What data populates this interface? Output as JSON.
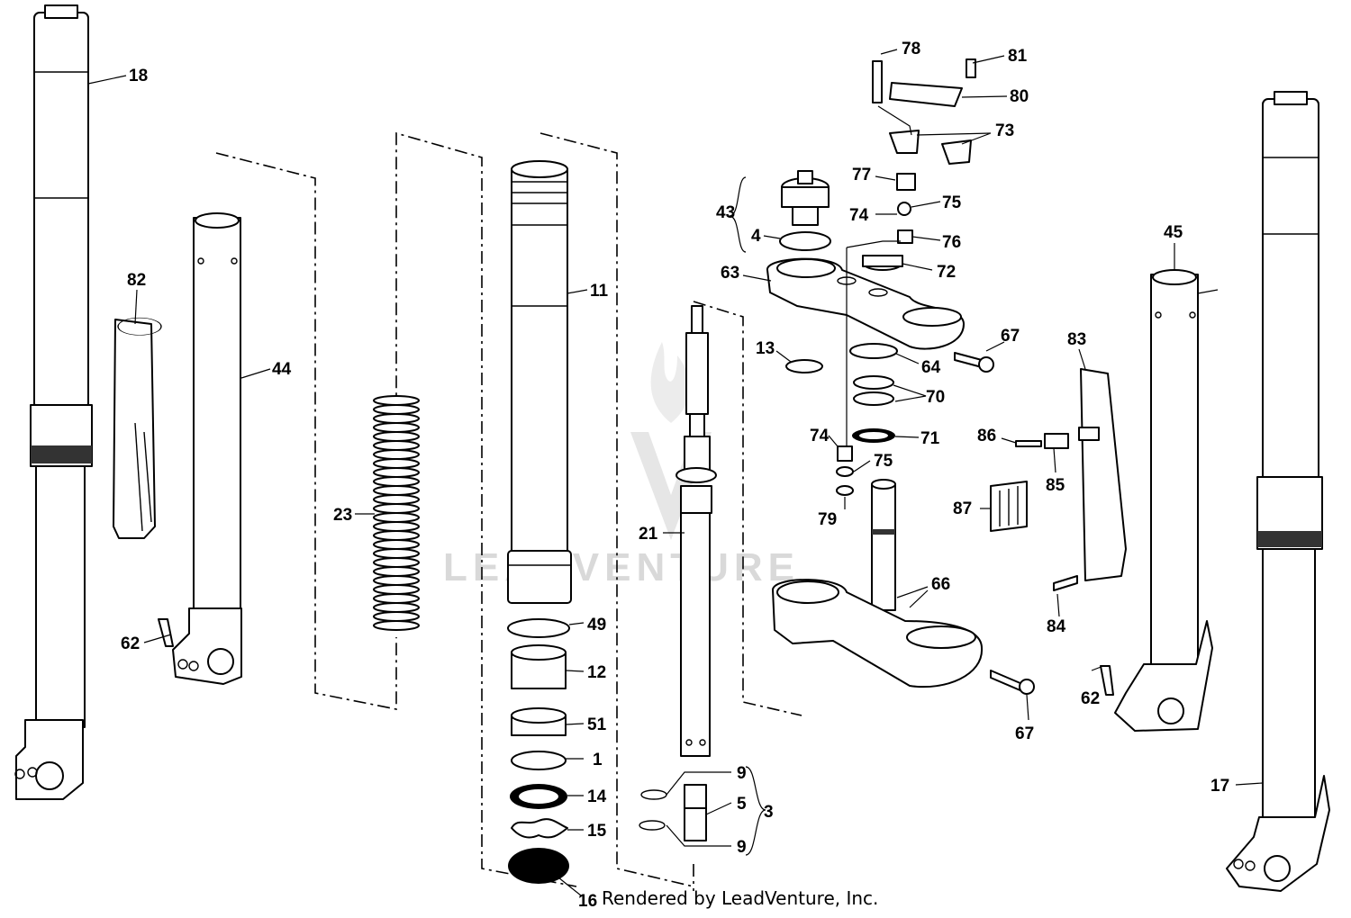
{
  "watermark": "LEADVENTURE",
  "credit": "Rendered by LeadVenture, Inc.",
  "callouts": {
    "c1": "1",
    "c3": "3",
    "c4": "4",
    "c5": "5",
    "c9a": "9",
    "c9b": "9",
    "c11": "11",
    "c12": "12",
    "c13": "13",
    "c14": "14",
    "c15": "15",
    "c16": "16",
    "c17": "17",
    "c18": "18",
    "c21": "21",
    "c23": "23",
    "c43": "43",
    "c44": "44",
    "c45": "45",
    "c49": "49",
    "c51": "51",
    "c62a": "62",
    "c62b": "62",
    "c63": "63",
    "c64": "64",
    "c66": "66",
    "c67a": "67",
    "c67b": "67",
    "c70": "70",
    "c71": "71",
    "c72": "72",
    "c73": "73",
    "c74a": "74",
    "c74b": "74",
    "c75a": "75",
    "c75b": "75",
    "c76": "76",
    "c77": "77",
    "c78": "78",
    "c79": "79",
    "c80": "80",
    "c81": "81",
    "c82": "82",
    "c83": "83",
    "c84": "84",
    "c85": "85",
    "c86": "86",
    "c87": "87"
  }
}
